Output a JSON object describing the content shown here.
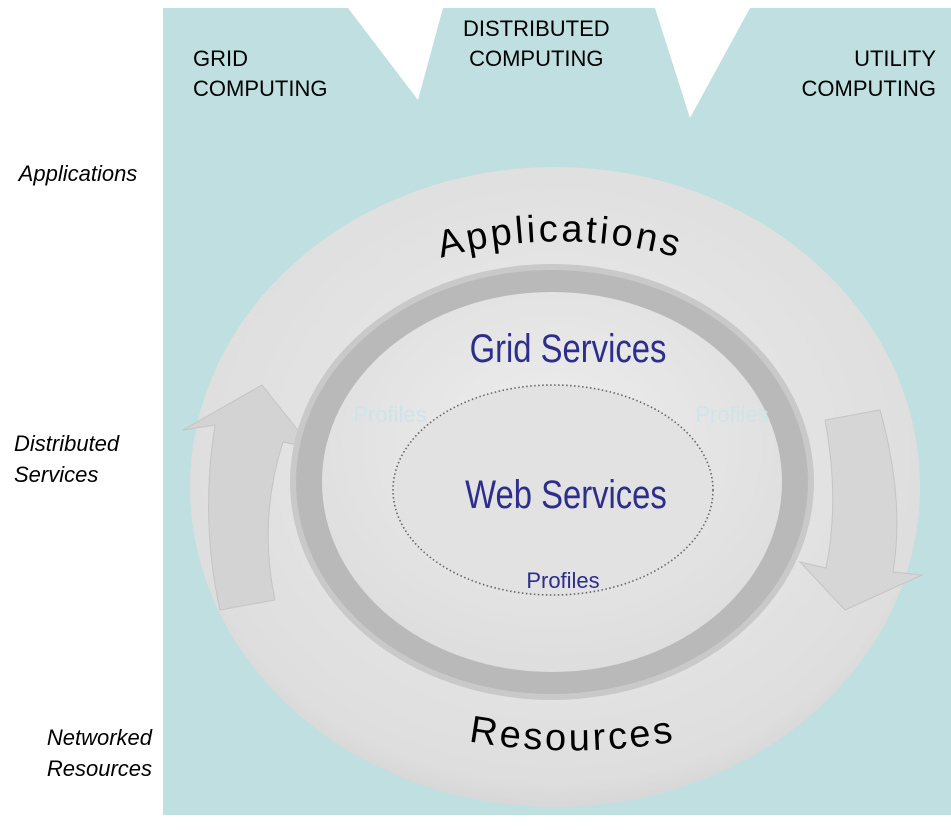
{
  "top_labels": {
    "grid": [
      "GRID",
      "COMPUTING"
    ],
    "distributed": [
      "DISTRIBUTED",
      "COMPUTING"
    ],
    "utility": [
      "UTILITY",
      "COMPUTING"
    ]
  },
  "side_labels": {
    "applications": [
      "Applications"
    ],
    "distributed_services": [
      "Distributed",
      "Services"
    ],
    "networked_resources": [
      "Networked",
      "Resources"
    ]
  },
  "rings": {
    "outer_top": "Applications",
    "outer_bottom": "Resources",
    "middle_title": "Grid Services",
    "middle_profiles_left": "Profiles",
    "middle_profiles_right": "Profiles",
    "inner_title": "Web Services",
    "inner_profiles": "Profiles"
  },
  "colors": {
    "background_panel": "#bfdfe0",
    "ring": "#e1e1e1",
    "ring_groove": "#b4b4b4",
    "service_text": "#2d2d8c",
    "faint_profiles": "#cde4ec"
  }
}
